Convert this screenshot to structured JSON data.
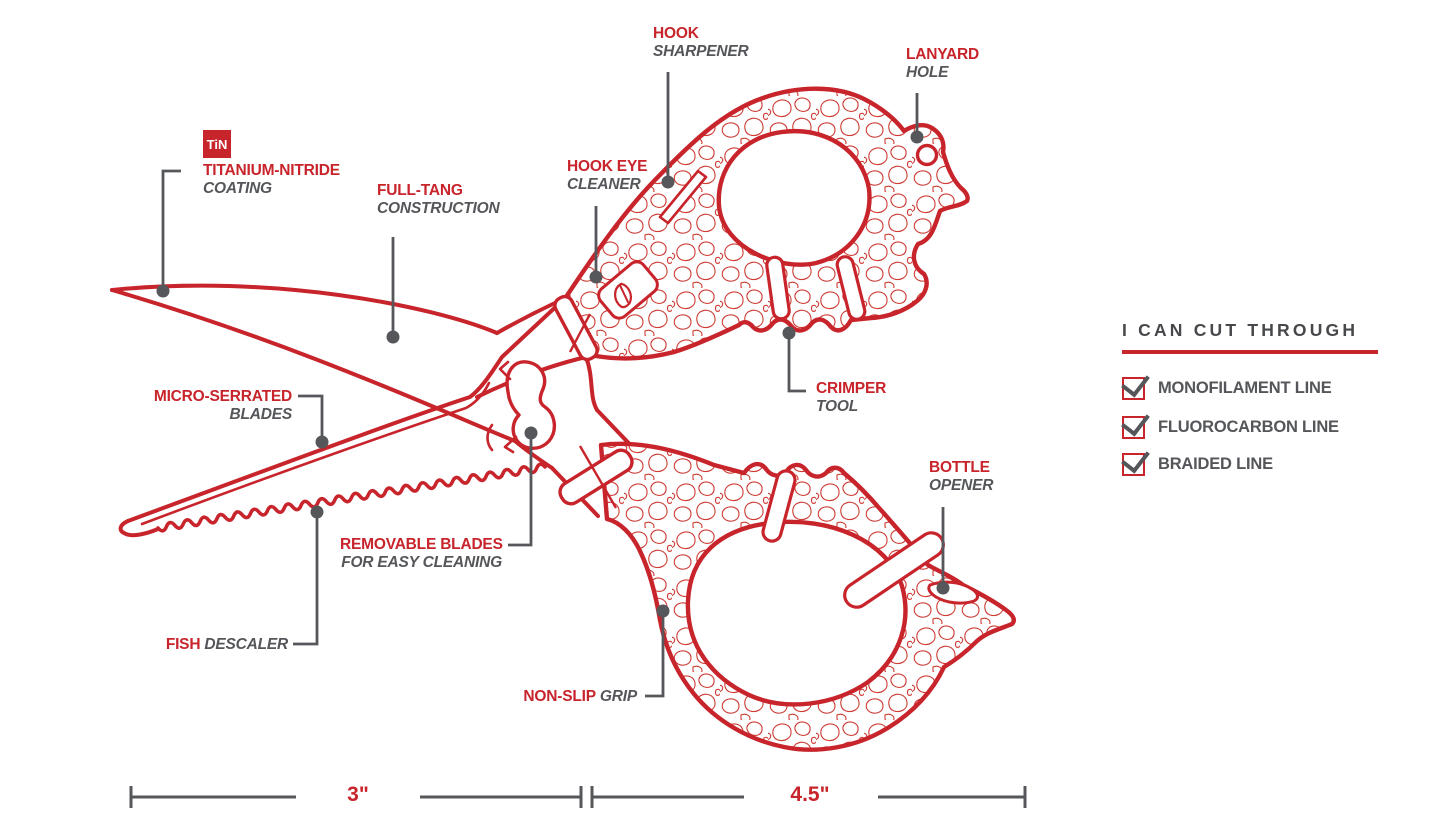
{
  "diagram": {
    "badge": "TiN",
    "labels": {
      "titanium": {
        "title": "TITANIUM-NITRIDE",
        "subtitle": "COATING"
      },
      "full_tang": {
        "title": "FULL-TANG",
        "subtitle": "CONSTRUCTION"
      },
      "hook_sharpener": {
        "title": "HOOK",
        "subtitle": "SHARPENER"
      },
      "lanyard": {
        "title": "LANYARD",
        "subtitle": "HOLE"
      },
      "hook_eye": {
        "title": "HOOK EYE",
        "subtitle": "CLEANER"
      },
      "crimper": {
        "title": "CRIMPER",
        "subtitle": "TOOL"
      },
      "micro_serrated": {
        "title": "MICRO-SERRATED",
        "subtitle": "BLADES"
      },
      "removable": {
        "title": "REMOVABLE BLADES",
        "subtitle": "FOR EASY CLEANING"
      },
      "fish": {
        "title": "FISH",
        "subtitle": "DESCALER"
      },
      "non_slip": {
        "title": "NON-SLIP",
        "subtitle": "GRIP"
      },
      "bottle": {
        "title": "BOTTLE",
        "subtitle": "OPENER"
      }
    },
    "dimensions": {
      "blade": "3\"",
      "handle": "4.5\""
    }
  },
  "cut_panel": {
    "title": "I CAN CUT THROUGH",
    "items": [
      {
        "label": "MONOFILAMENT LINE",
        "checked": true
      },
      {
        "label": "FLUOROCARBON LINE",
        "checked": true
      },
      {
        "label": "BRAIDED LINE",
        "checked": true
      }
    ]
  },
  "colors": {
    "red": "#C8242B",
    "gray": "#54565A"
  }
}
